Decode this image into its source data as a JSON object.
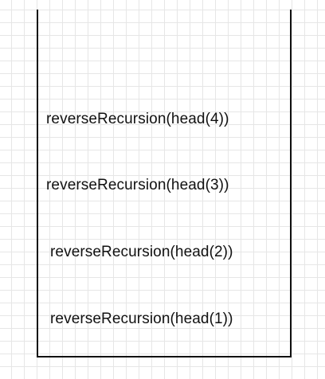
{
  "stack_frames": [
    {
      "label": "reverseRecursion(head(4))"
    },
    {
      "label": "reverseRecursion(head(3))"
    },
    {
      "label": "reverseRecursion(head(2))"
    },
    {
      "label": "reverseRecursion(head(1))"
    }
  ],
  "colors": {
    "grid": "#e6e6e6",
    "stroke": "#111111",
    "background": "#ffffff"
  }
}
